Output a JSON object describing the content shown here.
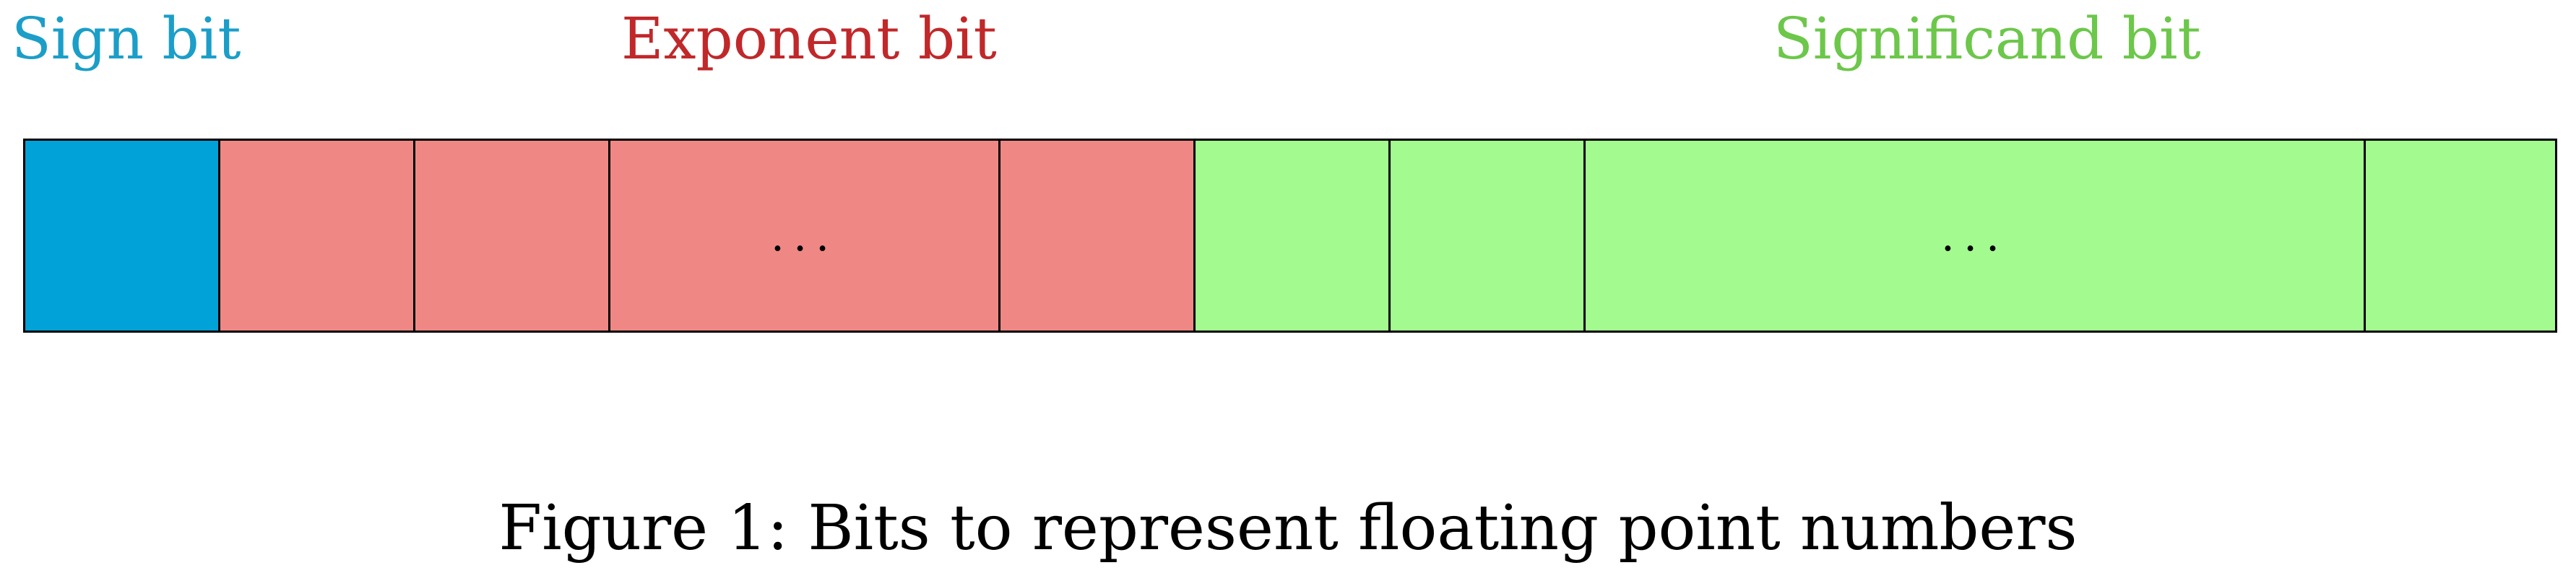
{
  "labels": {
    "sign": "Sign bit",
    "exponent": "Exponent bit",
    "significand": "Significand bit"
  },
  "cells": [
    {
      "group": "sign",
      "text": ""
    },
    {
      "group": "exponent",
      "text": ""
    },
    {
      "group": "exponent",
      "text": ""
    },
    {
      "group": "exponent",
      "text": "..."
    },
    {
      "group": "exponent",
      "text": ""
    },
    {
      "group": "significand",
      "text": ""
    },
    {
      "group": "significand",
      "text": ""
    },
    {
      "group": "significand",
      "text": "..."
    },
    {
      "group": "significand",
      "text": ""
    }
  ],
  "caption": "Figure 1: Bits to represent floating point numbers",
  "colors": {
    "sign_label": "#1b9ec8",
    "exponent_label": "#c0282a",
    "significand_label": "#6cc74a",
    "sign_fill": "#00a2d7",
    "exponent_fill": "#ef8885",
    "significand_fill": "#a3fb8f",
    "border": "#000000"
  }
}
